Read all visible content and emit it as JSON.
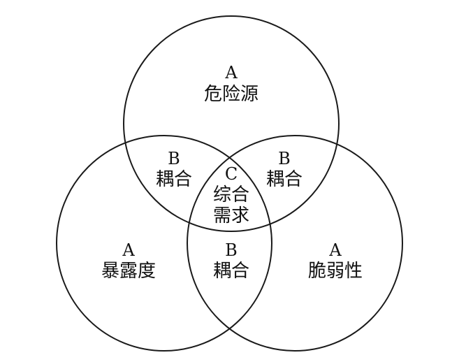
{
  "regions": {
    "top": {
      "letter": "A",
      "text": "危险源"
    },
    "left": {
      "letter": "A",
      "text": "暴露度"
    },
    "right": {
      "letter": "A",
      "text": "脆弱性"
    },
    "overlap_top_left": {
      "letter": "B",
      "text": "耦合"
    },
    "overlap_top_right": {
      "letter": "B",
      "text": "耦合"
    },
    "overlap_bottom": {
      "letter": "B",
      "text": "耦合"
    },
    "center": {
      "letter": "C",
      "line1": "综合",
      "line2": "需求"
    }
  },
  "colors": {
    "stroke": "#1a1a1a",
    "text": "#111111",
    "background": "#ffffff"
  }
}
